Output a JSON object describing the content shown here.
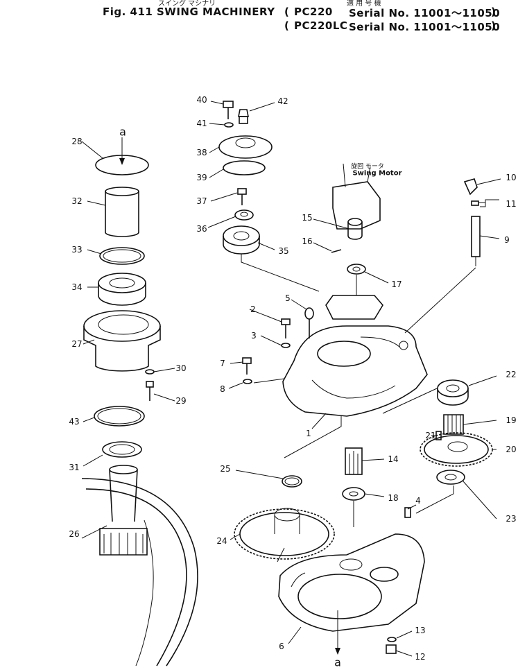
{
  "header": {
    "japanese_title": "スイング マシナリ",
    "japanese_applicable": "適 用 号 機",
    "fig_label": "Fig. 411",
    "title": "SWING MACHINERY",
    "models": [
      {
        "model": "PC220",
        "serial": "Serial No. 11001～11050"
      },
      {
        "model": "PC220LC",
        "serial": "Serial No. 11001～11050"
      }
    ]
  },
  "diagram": {
    "swing_motor_jp": "旋回 モータ",
    "swing_motor_en": "Swing Motor",
    "reference_marks": {
      "top": "a",
      "bottom": "a"
    },
    "callouts": [
      "1",
      "2",
      "3",
      "4",
      "5",
      "6",
      "7",
      "8",
      "9",
      "10",
      "11",
      "12",
      "13",
      "14",
      "15",
      "16",
      "17",
      "18",
      "19",
      "20",
      "21",
      "22",
      "23",
      "24",
      "25",
      "26",
      "27",
      "28",
      "29",
      "30",
      "31",
      "32",
      "33",
      "34",
      "35",
      "36",
      "37",
      "38",
      "39",
      "40",
      "41",
      "42",
      "43"
    ]
  }
}
